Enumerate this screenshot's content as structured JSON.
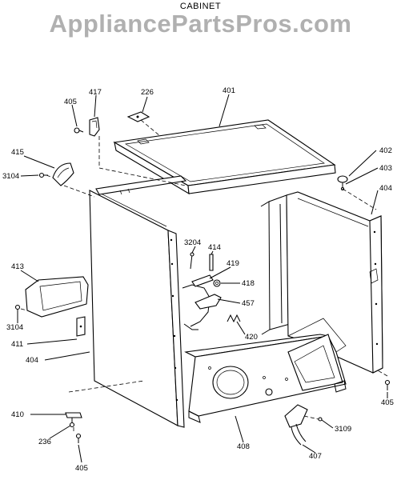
{
  "header": {
    "title": "CABINET",
    "watermark": "AppliancePartsPros.com"
  },
  "callouts": [
    {
      "id": "c405a",
      "number": "405"
    },
    {
      "id": "c417",
      "number": "417"
    },
    {
      "id": "c226",
      "number": "226"
    },
    {
      "id": "c401",
      "number": "401"
    },
    {
      "id": "c415",
      "number": "415"
    },
    {
      "id": "c3104a",
      "number": "3104"
    },
    {
      "id": "c402",
      "number": "402"
    },
    {
      "id": "c403",
      "number": "403"
    },
    {
      "id": "c404a",
      "number": "404"
    },
    {
      "id": "c3204",
      "number": "3204"
    },
    {
      "id": "c414",
      "number": "414"
    },
    {
      "id": "c419",
      "number": "419"
    },
    {
      "id": "c418",
      "number": "418"
    },
    {
      "id": "c457",
      "number": "457"
    },
    {
      "id": "c413",
      "number": "413"
    },
    {
      "id": "c3104b",
      "number": "3104"
    },
    {
      "id": "c411",
      "number": "411"
    },
    {
      "id": "c420",
      "number": "420"
    },
    {
      "id": "c404b",
      "number": "404"
    },
    {
      "id": "c405b",
      "number": "405"
    },
    {
      "id": "c410",
      "number": "410"
    },
    {
      "id": "c3109",
      "number": "3109"
    },
    {
      "id": "c236",
      "number": "236"
    },
    {
      "id": "c408",
      "number": "408"
    },
    {
      "id": "c407",
      "number": "407"
    },
    {
      "id": "c405c",
      "number": "405"
    }
  ]
}
